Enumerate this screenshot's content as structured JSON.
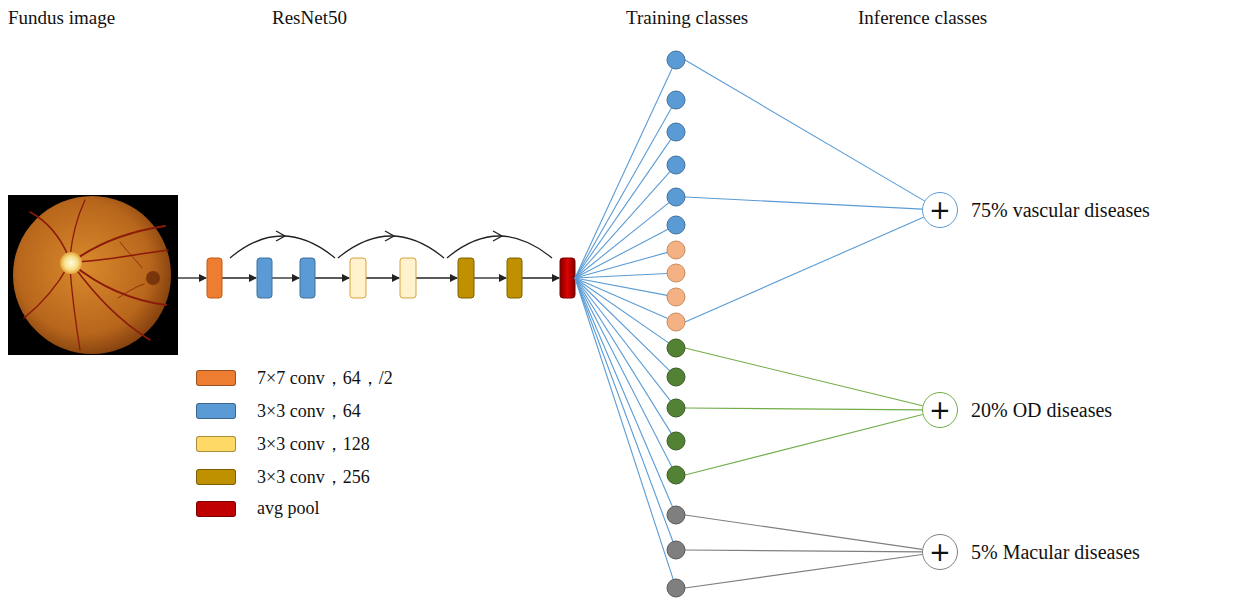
{
  "diagram": {
    "nodes": [
      {
        "text": [
          "+",
          "75% vascular diseases"
        ]
      },
      {
        "text": [
          "+",
          "20% OD diseases"
        ]
      },
      {
        "text": [
          "+",
          "5% Macular diseases"
        ]
      }
    ],
    "labels": [
      "Fundus image",
      "ResNet50",
      "Training classes",
      "Inference classes"
    ],
    "legend": [
      {
        "text": "7×7 conv，64，/2",
        "color": "#ed7d31"
      },
      {
        "text": "3×3 conv，64",
        "color": "#5b9bd5"
      },
      {
        "text": "3×3 conv，128",
        "color": "#ffd966"
      },
      {
        "text": "3×3 conv，256",
        "color": "#bf9000"
      },
      {
        "text": "avg pool",
        "color": "#c00000"
      }
    ]
  }
}
